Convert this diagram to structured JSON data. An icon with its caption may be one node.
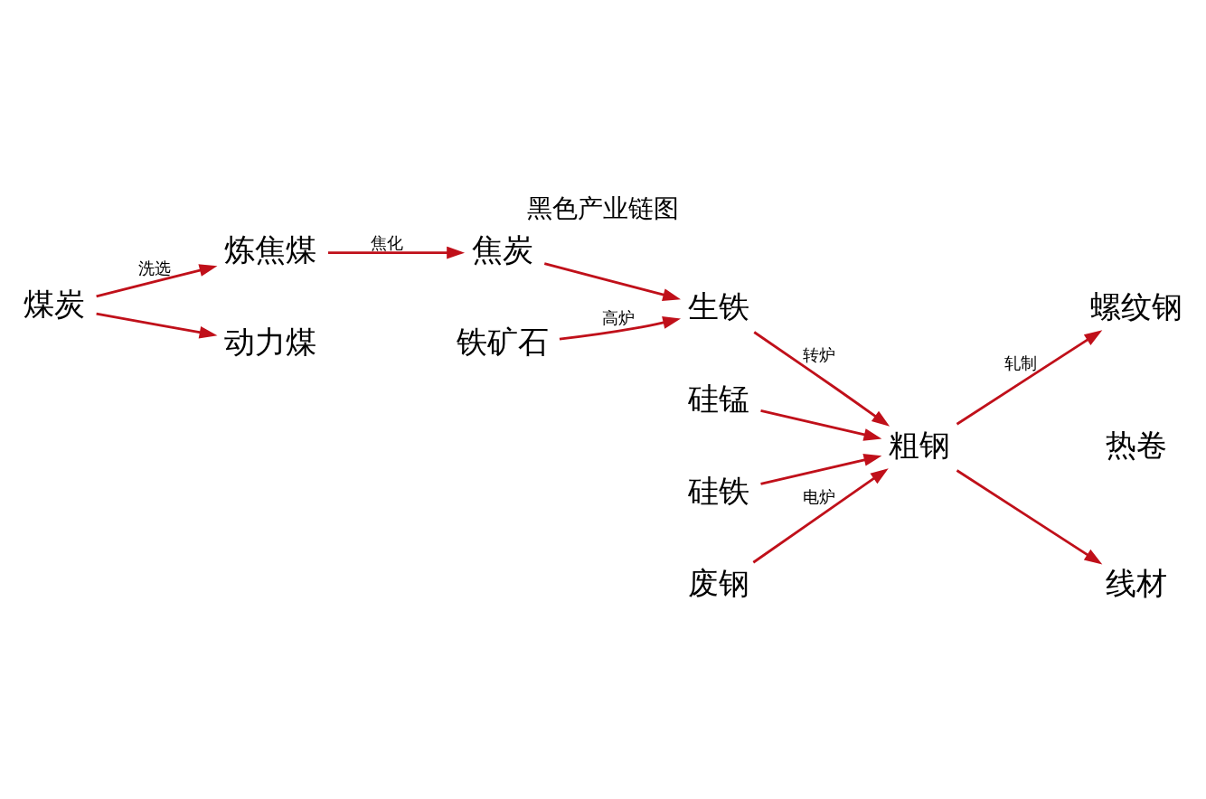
{
  "diagram": {
    "title": "黑色产业链图",
    "nodes": [
      {
        "text": [
          "煤炭"
        ]
      },
      {
        "text": [
          "炼焦煤"
        ]
      },
      {
        "text": [
          "动力煤"
        ]
      },
      {
        "text": [
          "铁矿石"
        ]
      },
      {
        "text": [
          "焦炭"
        ]
      },
      {
        "text": [
          "生铁"
        ]
      },
      {
        "text": [
          "硅锰"
        ]
      },
      {
        "text": [
          "硅铁"
        ]
      },
      {
        "text": [
          "废钢"
        ]
      },
      {
        "text": [
          "粗钢"
        ]
      },
      {
        "text": [
          "螺纹钢"
        ]
      },
      {
        "text": [
          "线材"
        ]
      }
    ],
    "edges": [
      {
        "from": 0,
        "to": 1,
        "arrow": "to",
        "label": "洗选"
      },
      {
        "from": 0,
        "to": 2,
        "arrow": "to"
      },
      {
        "from": 1,
        "to": 4,
        "arrow": "to",
        "label": "焦化"
      },
      {
        "from": 3,
        "to": 5,
        "arrow": "to",
        "label": "高炉"
      },
      {
        "from": 4,
        "to": 5,
        "arrow": "to"
      },
      {
        "from": 5,
        "to": 9,
        "arrow": "to",
        "label": "转炉"
      },
      {
        "from": 6,
        "to": 9,
        "arrow": "to"
      },
      {
        "from": 7,
        "to": 9,
        "arrow": "to"
      },
      {
        "from": 8,
        "to": 9,
        "arrow": "to",
        "label": "电炉"
      },
      {
        "from": 9,
        "to": 10,
        "arrow": "to",
        "label": "轧制"
      },
      {
        "from": 9,
        "to": 11,
        "arrow": "to"
      }
    ],
    "labels": [
      "热卷"
    ]
  }
}
